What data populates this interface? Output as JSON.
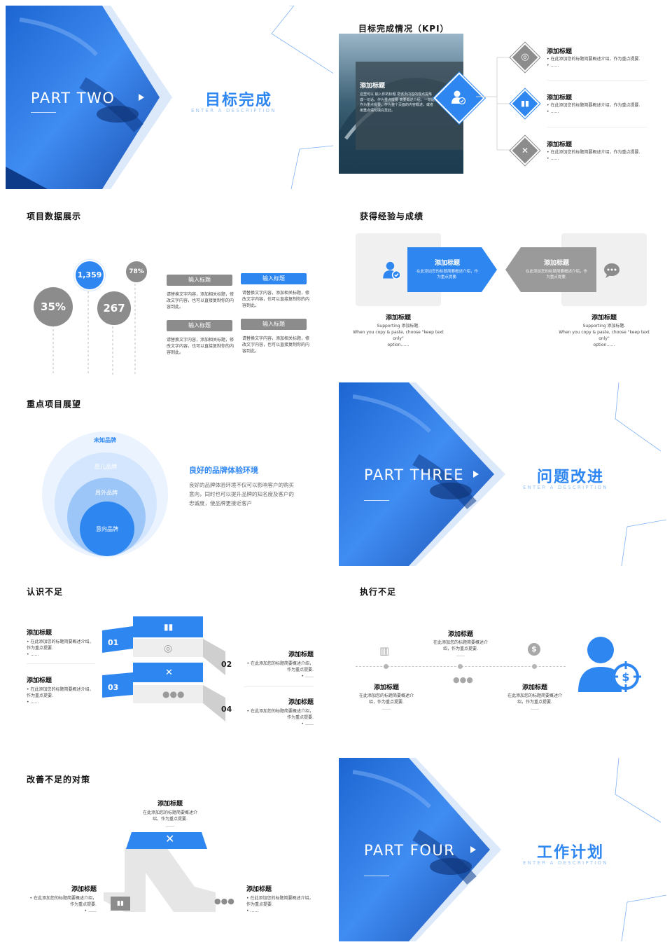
{
  "colors": {
    "accent": "#2e86f0",
    "gray": "#8c8c8c",
    "light_gray": "#e9e9e9"
  },
  "s1": {
    "part": "PART TWO",
    "title_cn": "目标完成",
    "subtitle_en": "ENTER A DESCRIPTION"
  },
  "s2": {
    "title": "目标完成情况（KPI）",
    "overlay_title": "添加标题",
    "overlay_text": "这里可以 输入你的标题 把该页内容的观点提炼成一句话，作为重点提要 简要概述介绍，一句话作为重点提要，作为整个页面的内容概述，或者用重点语句填充至此。",
    "center_icon": "user-check-icon",
    "items": [
      {
        "title": "添加标题",
        "text": "在此添加您的标题简要概述介绍，作为重点提要.",
        "more": "……",
        "icon": "target-icon"
      },
      {
        "title": "添加标题",
        "text": "在此添加您的标题简要概述介绍，作为重点提要.",
        "more": "……",
        "icon": "chart-icon"
      },
      {
        "title": "添加标题",
        "text": "在此添加您的标题简要概述介绍，作为重点提要.",
        "more": "……",
        "icon": "tools-icon"
      }
    ]
  },
  "s3": {
    "title": "项目数据展示",
    "bubbles": [
      {
        "label": "35%",
        "color": "#8c8c8c"
      },
      {
        "label": "1,359",
        "color": "#2e86f0"
      },
      {
        "label": "267",
        "color": "#8c8c8c"
      },
      {
        "label": "78%",
        "color": "#8c8c8c"
      }
    ],
    "boxes": [
      {
        "label": "输入标题",
        "text": "请替换文字内容，添加相关标题，修改文字内容，也可以直接复制你的内容到此。",
        "color": "#8c8c8c"
      },
      {
        "label": "输入标题",
        "text": "请替换文字内容，添加相关标题，修改文字内容，也可以直接复制你的内容到此。",
        "color": "#2e86f0"
      },
      {
        "label": "输入标题",
        "text": "请替换文字内容，添加相关标题，修改文字内容，也可以直接复制你的内容到此。",
        "color": "#8c8c8c"
      },
      {
        "label": "输入标题",
        "text": "请替换文字内容，添加相关标题，修改文字内容，也可以直接复制你的内容到此。",
        "color": "#8c8c8c"
      }
    ]
  },
  "s4": {
    "title": "获得经验与成绩",
    "left": {
      "tag_title": "添加标题",
      "tag_text": "在此添加您的标题简要概述介绍，作为重点提要.",
      "title": "添加标题",
      "l1": "Supporting 添加标题.",
      "l2": "When you copy & paste, choose \"keep text only\"",
      "l3": "option……",
      "icon": "user-check-icon"
    },
    "right": {
      "tag_title": "添加标题",
      "tag_text": "在此添加您的标题简要概述介绍，作为重点提要.",
      "title": "添加标题",
      "l1": "Supporting 添加标题.",
      "l2": "When you copy & paste, choose \"keep text only\"",
      "l3": "option……",
      "icon": "chat-icon"
    }
  },
  "s5": {
    "title": "重点项目展望",
    "rings": [
      "未知品牌",
      "愿儿品牌",
      "周外品牌",
      "意向品牌"
    ],
    "headline": "良好的品牌体验环境",
    "text": "良好的品牌体验环境不仅可以影响客户的购买意向，同时也可以提升品牌的知名度及客户的忠诚度，使品牌更接近客户"
  },
  "s6": {
    "part": "PART THREE",
    "title_cn": "问题改进",
    "subtitle_en": "ENTER A DESCRIPTION"
  },
  "s7": {
    "title": "认识不足",
    "nums": [
      "01",
      "02",
      "03",
      "04"
    ],
    "items": [
      {
        "title": "添加标题",
        "text": "在此添加您的标题简要概述介绍，作为重点提要.",
        "more": "……"
      },
      {
        "title": "添加标题",
        "text": "在此添加您的标题简要概述介绍，作为重点提要.",
        "more": "……"
      },
      {
        "title": "添加标题",
        "text": "在此添加您的标题简要概述介绍，作为重点提要.",
        "more": "……"
      },
      {
        "title": "添加标题",
        "text": "在此添加您的标题简要概述介绍，作为重点提要.",
        "more": "……"
      }
    ]
  },
  "s8": {
    "title": "执行不足",
    "items": [
      {
        "title": "添加标题",
        "text": "在此添加您的标题简要概述介绍，作为重点提要.",
        "more": "……"
      },
      {
        "title": "添加标题",
        "text": "在此添加您的标题简要概述介绍，作为重点提要.",
        "more": "……"
      },
      {
        "title": "添加标题",
        "text": "在此添加您的标题简要概述介绍，作为重点提要.",
        "more": "……"
      }
    ]
  },
  "s9": {
    "title": "改善不足的对策",
    "top": {
      "title": "添加标题",
      "text": "在此添加您的标题简要概述介绍，作为重点提要.",
      "more": "……"
    },
    "left": {
      "title": "添加标题",
      "text": "在此添加您的标题简要概述介绍，作为重点提要.",
      "more": "……"
    },
    "right": {
      "title": "添加标题",
      "text": "在此添加您的标题简要概述介绍，作为重点提要.",
      "more": "……"
    }
  },
  "s10": {
    "part": "PART FOUR",
    "title_cn": "工作计划",
    "subtitle_en": "ENTER A DESCRIPTION"
  }
}
